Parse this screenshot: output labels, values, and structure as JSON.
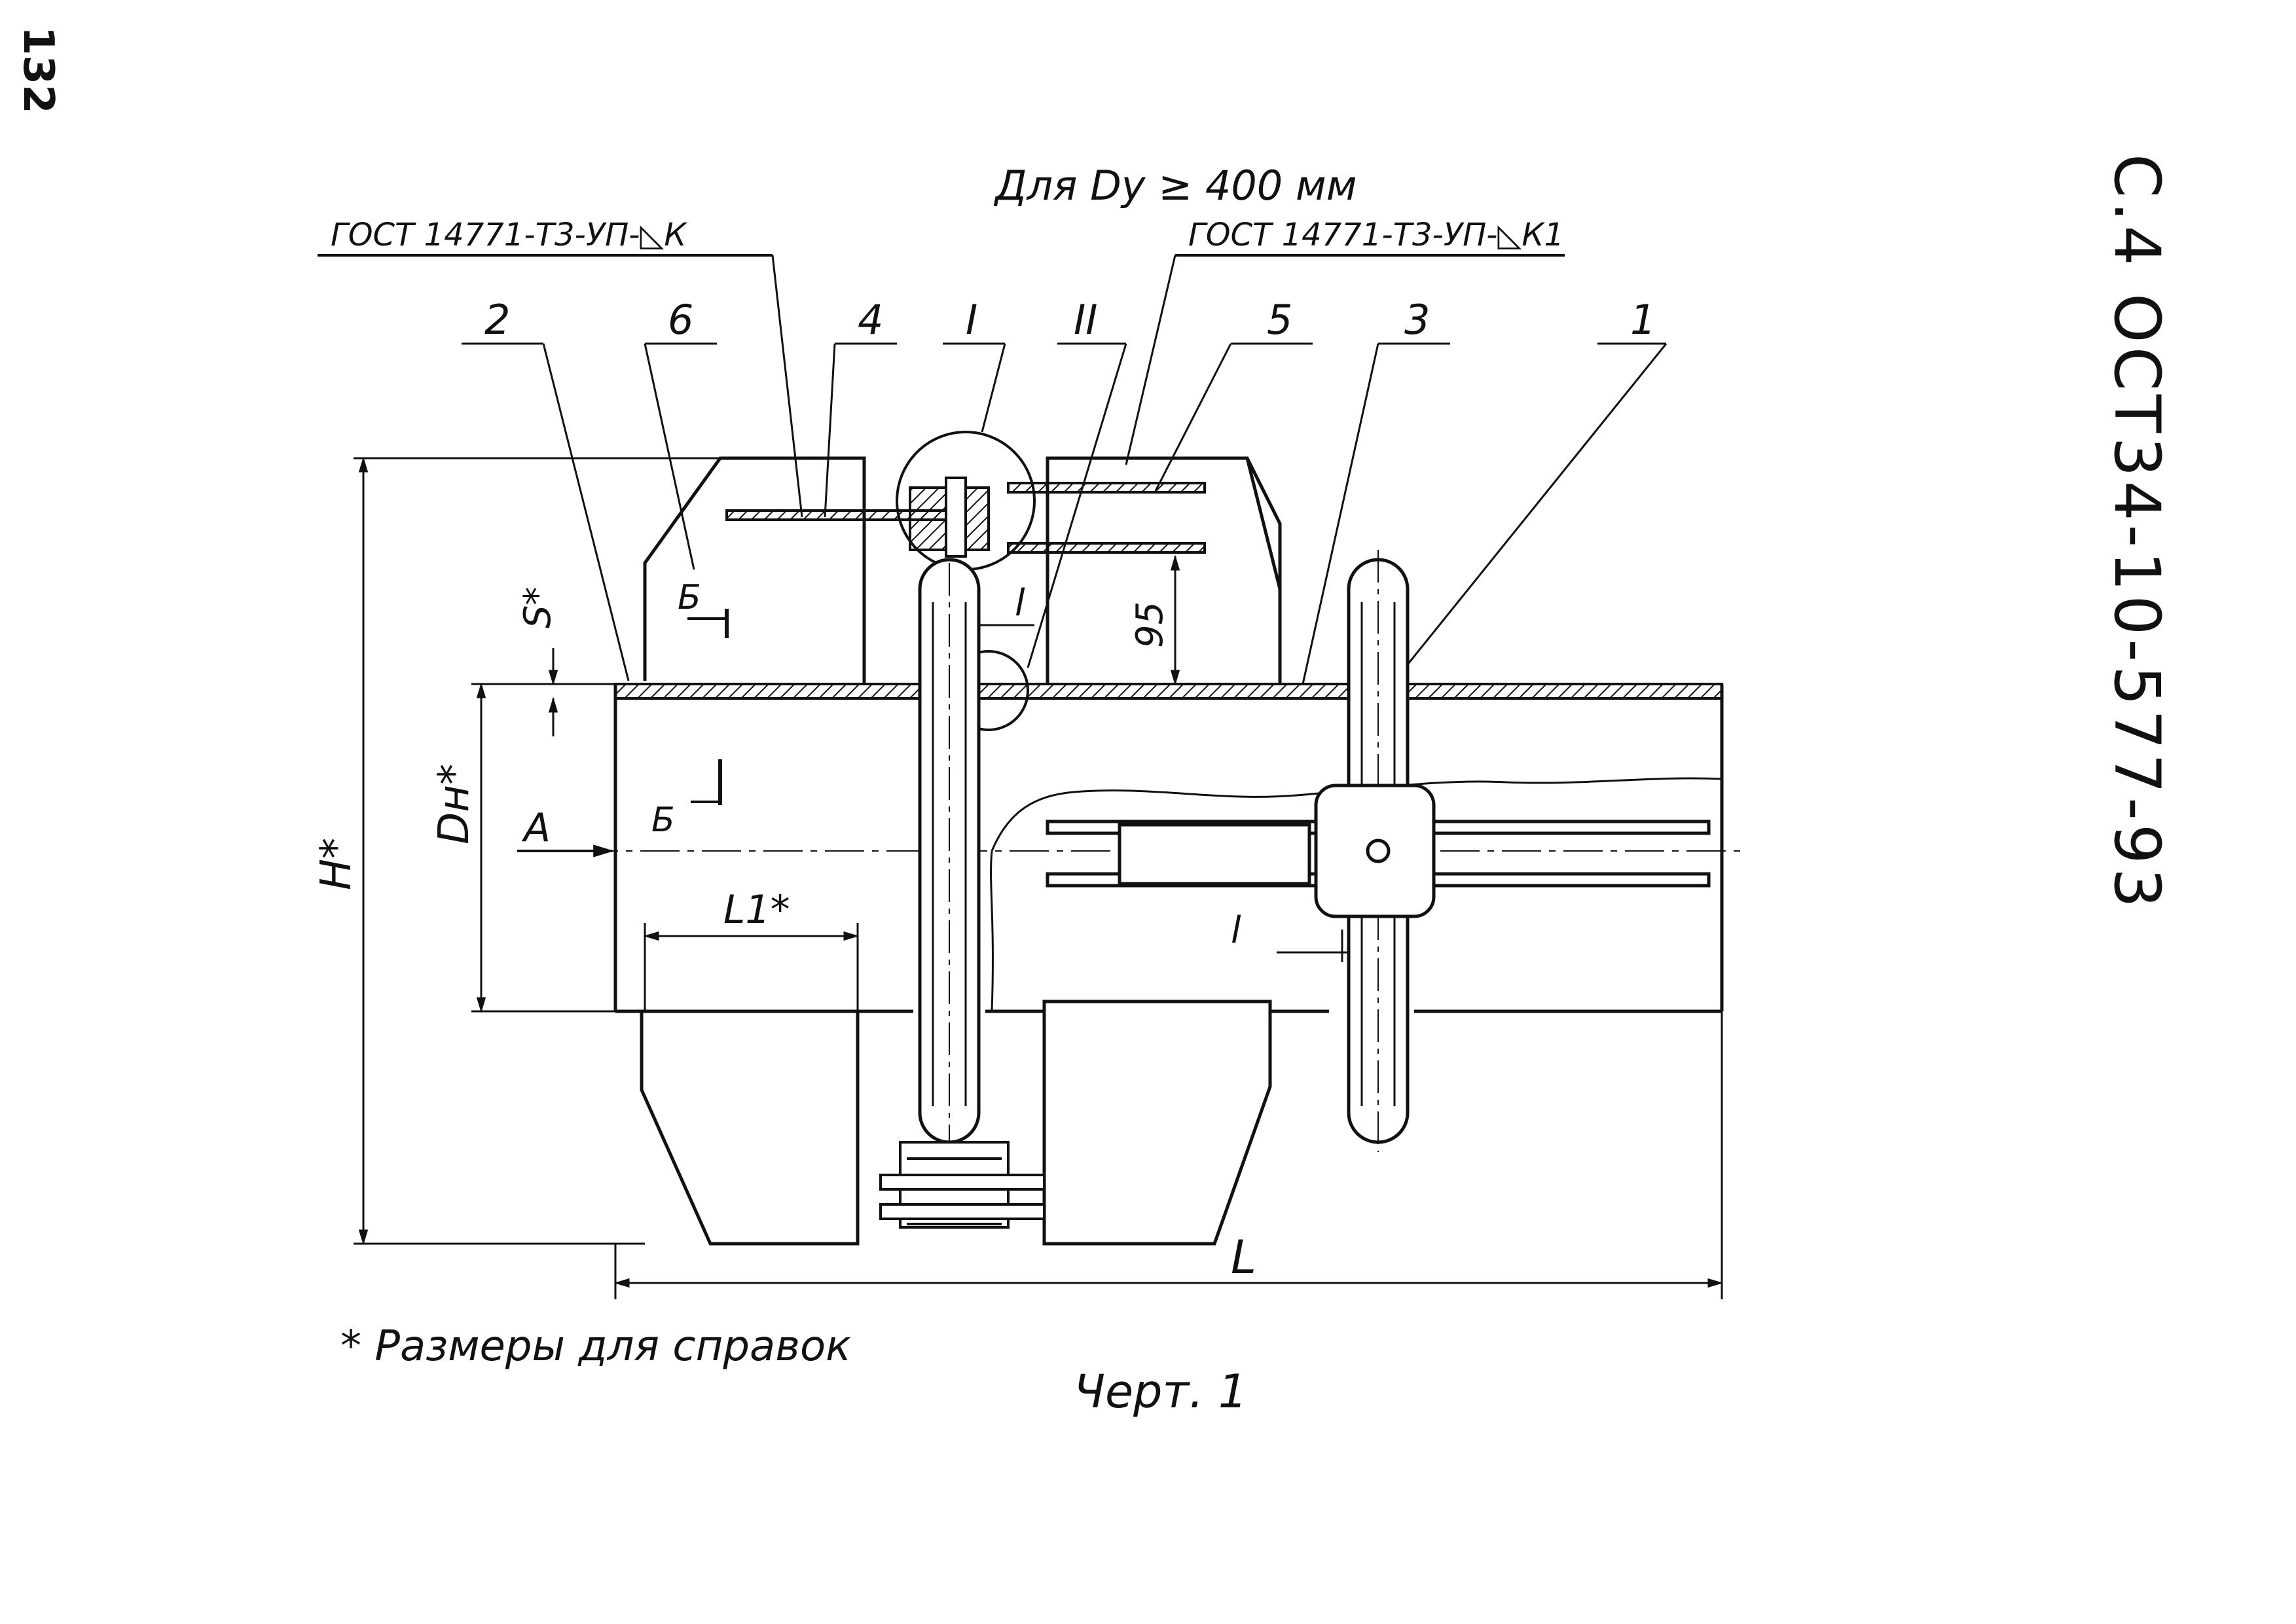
{
  "page": {
    "number": "132",
    "code": "С.4 ОСТ34-10-577-93"
  },
  "header": {
    "title": "Для Dу ≥ 400 мм"
  },
  "weld_notes": {
    "left": "ГОСТ 14771-Т3-УП-◺К",
    "right": "ГОСТ 14771-Т3-УП-◺К1"
  },
  "callouts": [
    "2",
    "6",
    "4",
    "I",
    "II",
    "5",
    "3",
    "1"
  ],
  "dimensions": {
    "H": "H*",
    "Dn": "Dн*",
    "S": "S*",
    "L1": "L1*",
    "L": "L",
    "l_upper": "l",
    "l_lower": "l",
    "d95": "95"
  },
  "sections": {
    "A": "A",
    "B_upper": "Б",
    "B_lower": "Б"
  },
  "footnote": "* Размеры для справок",
  "caption": "Черт. 1"
}
